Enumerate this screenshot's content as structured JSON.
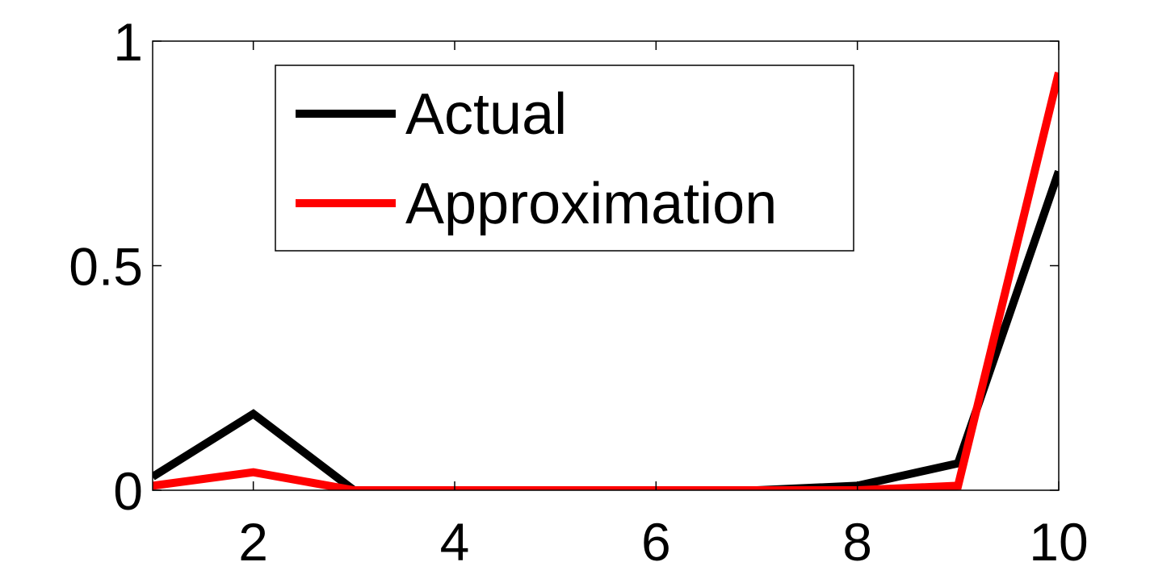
{
  "chart_data": {
    "type": "line",
    "title": "",
    "xlabel": "",
    "ylabel": "",
    "xlim": [
      1,
      10
    ],
    "ylim": [
      0,
      1
    ],
    "xticks": [
      2,
      4,
      6,
      8,
      10
    ],
    "xtick_labels": [
      "2",
      "4",
      "6",
      "8",
      "10"
    ],
    "yticks": [
      0,
      0.5,
      1
    ],
    "ytick_labels": [
      "0",
      "0.5",
      "1"
    ],
    "grid": false,
    "legend_position": "top-center",
    "x": [
      1,
      2,
      3,
      4,
      5,
      6,
      7,
      8,
      9,
      10
    ],
    "series": [
      {
        "name": "Actual",
        "color": "#000000",
        "values": [
          0.03,
          0.17,
          0.0,
          0.0,
          0.0,
          0.0,
          0.0,
          0.01,
          0.06,
          0.71
        ]
      },
      {
        "name": "Approximation",
        "color": "#ff0000",
        "values": [
          0.01,
          0.04,
          0.0,
          0.0,
          0.0,
          0.0,
          0.0,
          0.0,
          0.01,
          0.93
        ]
      }
    ]
  }
}
